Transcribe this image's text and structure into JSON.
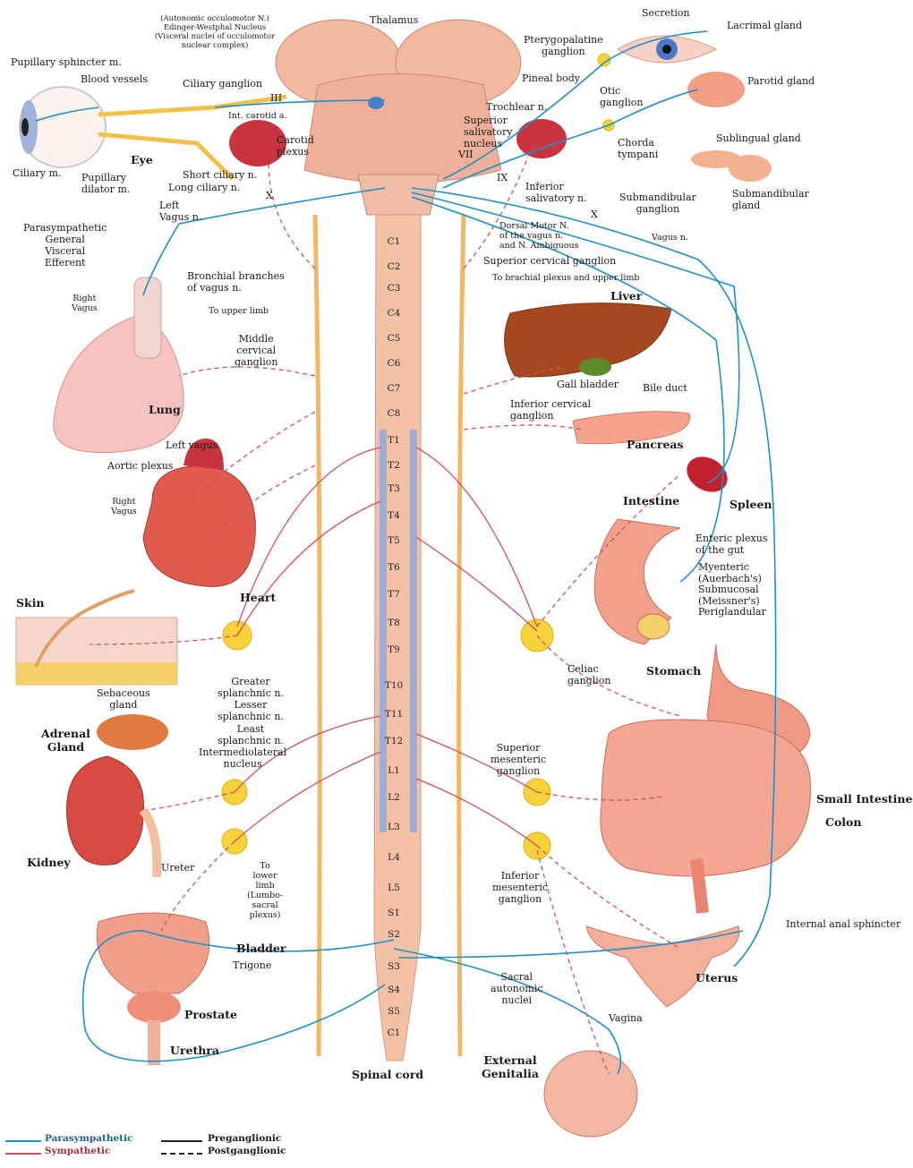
{
  "colors": {
    "parasympathetic": "#1f8fc7",
    "sympathetic": "#d24f5c",
    "ganglion": "#f5c93a",
    "cord": "#f4c7ac",
    "organ": "#e06a5c"
  },
  "labels": {
    "edinger": "(Autonomic occulomotor N.)\nEdinger-Westphal Nucleus\n(Visceral nuclei of occulomotor\nnuclear complex)",
    "thalamus": "Thalamus",
    "secretion": "Secretion",
    "lacrimal": "Lacrimal gland",
    "pterygo": "Pterygopalatine\nganglion",
    "pupillary_sphincter": "Pupillary sphincter m.",
    "blood_vessels": "Blood vessels",
    "ciliary_ganglion": "Ciliary ganglion",
    "pineal": "Pineal body",
    "otic": "Otic\nganglion",
    "parotid": "Parotid gland",
    "iii": "III",
    "int_carotid": "Int. carotid a.",
    "trochlear": "Trochlear n.",
    "carotid_plexus": "Carotid\nplexus",
    "sup_salivatory": "Superior\nsalivatory\nnucleus",
    "chorda": "Chorda\ntympani",
    "sublingual": "Sublingual gland",
    "eye": "Eye",
    "ciliary_m": "Ciliary m.",
    "pupillary_dilator": "Pupillary\ndilator m.",
    "short_ciliary": "Short ciliary n.",
    "long_ciliary": "Long ciliary n.",
    "vii": "VII",
    "ix": "IX",
    "inf_salivatory": "Inferior\nsalivatory n.",
    "submandibular_ganglion": "Submandibular\nganglion",
    "submandibular_gland": "Submandibular\ngland",
    "x_left": "X",
    "x_right": "X",
    "left_vagus_n": "Left\nVagus n.",
    "dorsal_motor": "Dorsal Motor N.\nof the vagus n.\nand N. Ambiguous",
    "vagus_n": "Vagus n.",
    "parasympathetic_gve": "Parasympathetic\nGeneral\nVisceral\nEfferent",
    "bronchial": "Bronchial branches\nof vagus n.",
    "sup_cervical": "Superior cervical ganglion",
    "brachial": "To brachial plexus and upper limb",
    "right_vagus_top": "Right\nVagus",
    "to_upper_limb": "To upper limb",
    "liver": "Liver",
    "middle_cervical": "Middle\ncervical\nganglion",
    "gall_bladder": "Gall bladder",
    "bile_duct": "Bile duct",
    "lung": "Lung",
    "inf_cervical": "Inferior cervical\nganglion",
    "left_vagus": "Left vagus",
    "pancreas": "Pancreas",
    "aortic_plexus": "Aortic plexus",
    "spleen": "Spleen",
    "right_vagus_heart": "Right\nVagus",
    "intestine": "Intestine",
    "enteric": "Enteric plexus\nof the gut",
    "myenteric": "Myenteric\n(Auerbach's)",
    "submucosal": "Submucosal\n(Meissner's)",
    "periglandular": "Periglandular",
    "heart": "Heart",
    "skin": "Skin",
    "celiac": "Celiac\nganglion",
    "stomach": "Stomach",
    "greater_splanchnic": "Greater\nsplanchnic n.",
    "lesser_splanchnic": "Lesser\nsplanchnic n.",
    "least_splanchnic": "Least\nsplanchnic n.",
    "sebaceous": "Sebaceous\ngland",
    "adrenal": "Adrenal\nGland",
    "intermediolateral": "Intermediolateral\nnucleus",
    "sup_mesenteric": "Superior\nmesenteric\nganglion",
    "small_intestine": "Small Intestine",
    "colon": "Colon",
    "kidney": "Kidney",
    "ureter": "Ureter",
    "to_lower_limb": "To\nlower\nlimb\n(Lumbo-\nsacral\nplexus)",
    "inf_mesenteric": "Inferior\nmesenteric\nganglion",
    "internal_anal": "Internal anal sphincter",
    "bladder": "Bladder",
    "trigone": "Trigone",
    "sacral_nuclei": "Sacral\nautonomic\nnuclei",
    "uterus": "Uterus",
    "prostate": "Prostate",
    "vagina": "Vagina",
    "urethra": "Urethra",
    "spinal_cord": "Spinal cord",
    "external_genitalia": "External\nGenitalia"
  },
  "segments": [
    "C1",
    "C2",
    "C3",
    "C4",
    "C5",
    "C6",
    "C7",
    "C8",
    "T1",
    "T2",
    "T3",
    "T4",
    "T5",
    "T6",
    "T7",
    "T8",
    "T9",
    "T10",
    "T11",
    "T12",
    "L1",
    "L2",
    "L3",
    "L4",
    "L5",
    "S1",
    "S2",
    "S3",
    "S4",
    "S5",
    "C1"
  ],
  "legend": {
    "parasympathetic": "Parasympathetic",
    "sympathetic": "Sympathetic",
    "preganglionic": "Preganglionic",
    "postganglionic": "Postganglionic"
  }
}
